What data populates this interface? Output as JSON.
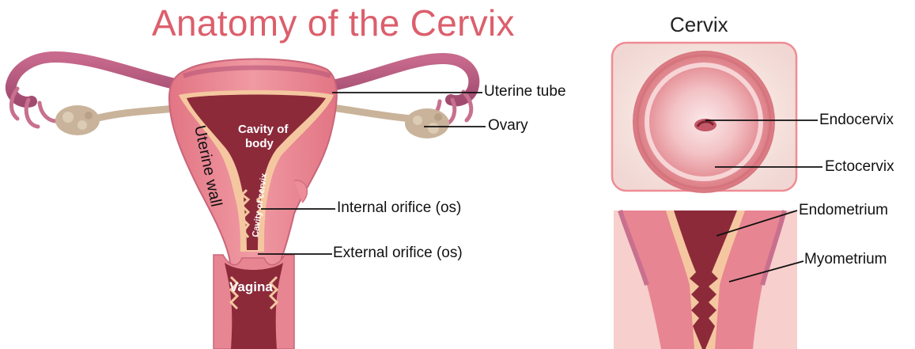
{
  "title": "Anatomy of the Cervix",
  "panel_title": "Cervix",
  "labels": {
    "uterine_tube": "Uterine tube",
    "ovary": "Ovary",
    "internal_orifice": "Internal orifice (os)",
    "external_orifice": "External orifice (os)",
    "endocervix": "Endocervix",
    "ectocervix": "Ectocervix",
    "endometrium": "Endometrium",
    "myometrium": "Myometrium"
  },
  "in_figure_text": {
    "cavity_of_body_line1": "Cavity of",
    "cavity_of_body_line2": "body",
    "uterine_wall": "Uterine wall",
    "cavity_of_cervix": "Cavity of cervix",
    "vagina": "Vagina"
  },
  "colors": {
    "title": "#dc5f6c",
    "tissue": "#e8828f",
    "tissue_dark": "#8c2a3a",
    "lining": "#f5c7a0",
    "ovary": "#c9b39a",
    "frame": "#ef8c94"
  }
}
